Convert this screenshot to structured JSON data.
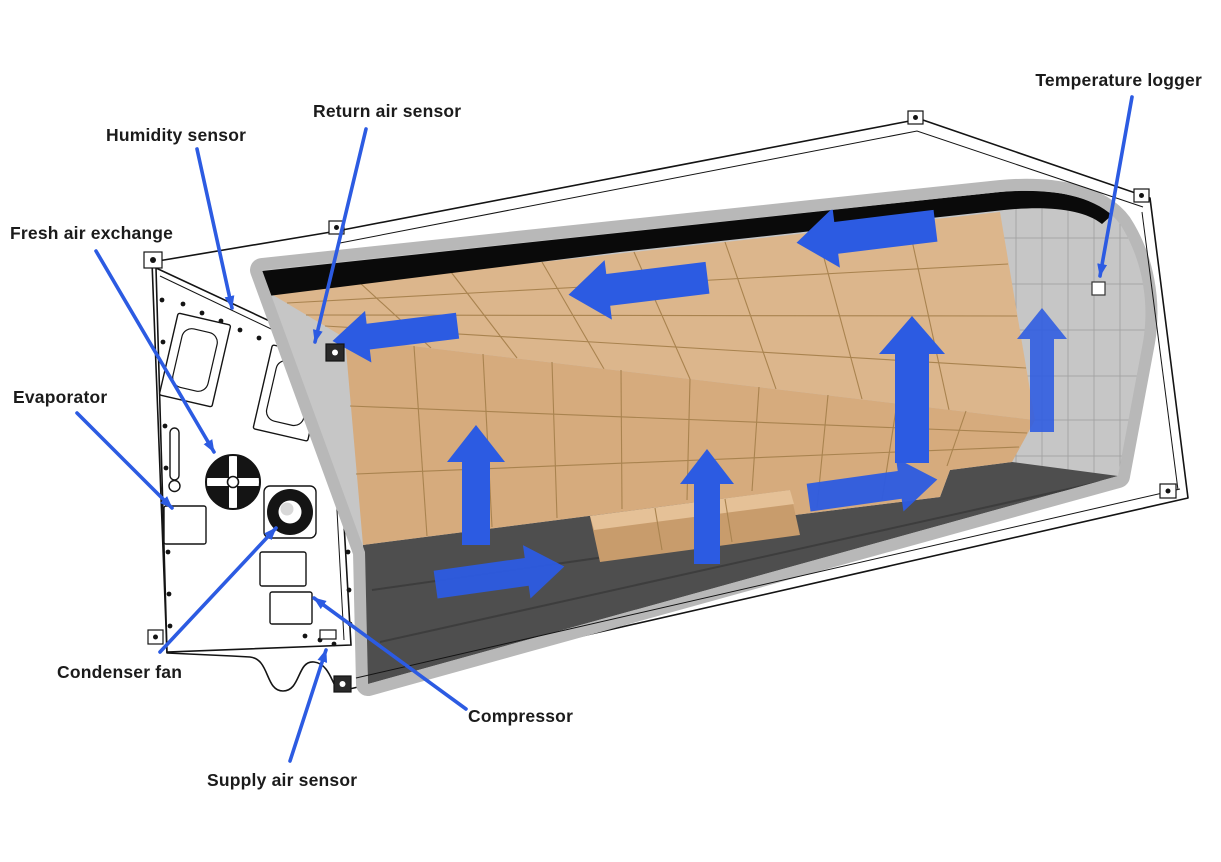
{
  "diagram": {
    "labels": {
      "temperature_logger": "Temperature logger",
      "humidity_sensor": "Humidity sensor",
      "return_air_sensor": "Return air sensor",
      "fresh_air_exchange": "Fresh air exchange",
      "evaporator": "Evaporator",
      "condenser_fan": "Condenser fan",
      "compressor": "Compressor",
      "supply_air_sensor": "Supply air sensor"
    },
    "colors": {
      "flow_blue": "#2c5be2",
      "cargo_top": "#dcb68c",
      "cargo_front": "#d6ab7d",
      "cargo_ledge": "#e5c197",
      "cargo_lower": "#c89c6c",
      "cargo_grid": "#a9834f",
      "floor": "#4e4e4e",
      "floor_groove": "#3d3d3d",
      "end_wall": "#c6c6c6",
      "end_wall_grid": "#a5a5a5",
      "cut_band": "#b8b8b8",
      "roof_cut": "#0a0a0a",
      "container": "#ffffff",
      "outline": "#141414",
      "label_text": "#1b1b1b"
    }
  }
}
